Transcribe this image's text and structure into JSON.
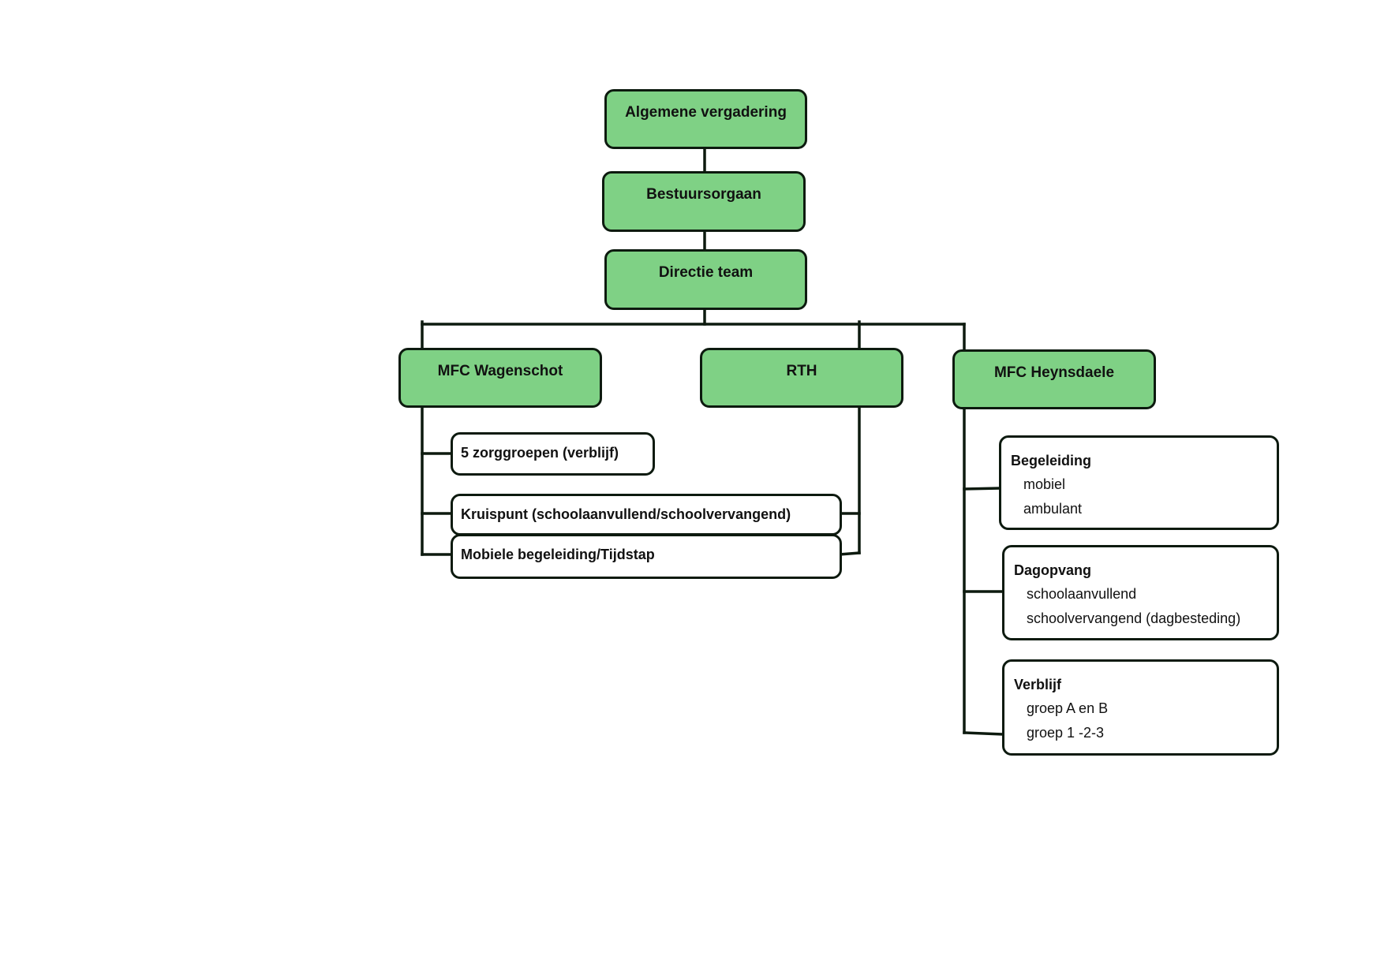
{
  "org_chart": {
    "top": [
      "Algemene vergadering",
      "Bestuursorgaan",
      "Directie team"
    ],
    "units": {
      "wagenschot": "MFC Wagenschot",
      "rth": "RTH",
      "heynsdaele": "MFC Heynsdaele"
    },
    "wagenschot_children": {
      "zorggroepen": "5 zorggroepen (verblijf)",
      "kruispunt": "Kruispunt (schoolaanvullend/schoolvervangend)",
      "mobiele": "Mobiele begeleiding/Tijdstap"
    },
    "heynsdaele_children": [
      {
        "title": "Begeleiding",
        "items": [
          "mobiel",
          "ambulant"
        ]
      },
      {
        "title": "Dagopvang",
        "items": [
          "schoolaanvullend",
          "schoolvervangend (dagbesteding)"
        ]
      },
      {
        "title": "Verblijf",
        "items": [
          "groep A en B",
          "groep 1 -2-3"
        ]
      }
    ]
  },
  "colors": {
    "box_fill": "#7fd185",
    "border": "#0d1a0f",
    "line": "#0d1a0f"
  }
}
